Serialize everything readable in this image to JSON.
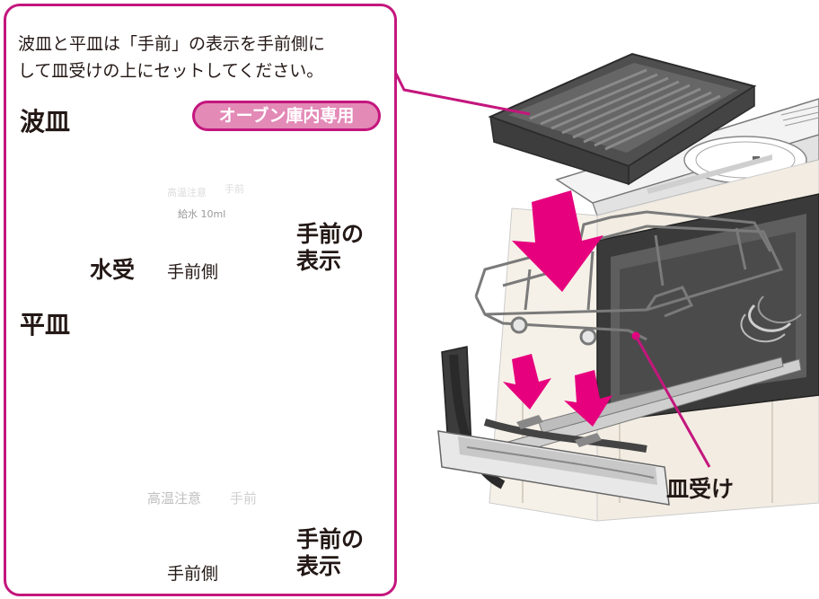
{
  "instruction": {
    "line1": "波皿と平皿は「手前」の表示を手前側に",
    "line2": "して皿受けの上にセットしてください。"
  },
  "wave_tray": {
    "heading": "波皿",
    "badge": "オーブン庫内専用",
    "stamp_caution": "高温注意",
    "stamp_front": "手前",
    "stamp_water": "給水 10ml",
    "callout_mark_line1": "手前の",
    "callout_mark_line2": "表示",
    "callout_water": "水受",
    "front_side": "手前側"
  },
  "flat_tray": {
    "heading": "平皿",
    "stamp_caution": "高温注意",
    "stamp_front": "手前",
    "callout_mark_line1": "手前の",
    "callout_mark_line2": "表示",
    "front_side": "手前側"
  },
  "right_label": "皿受け",
  "colors": {
    "accent": "#c4167d",
    "badge_fill": "#e38ab7",
    "arrow": "#e6007e",
    "tray_dark": "#555555"
  },
  "icons": [
    "down-arrow-icon",
    "triangle-down-icon"
  ]
}
